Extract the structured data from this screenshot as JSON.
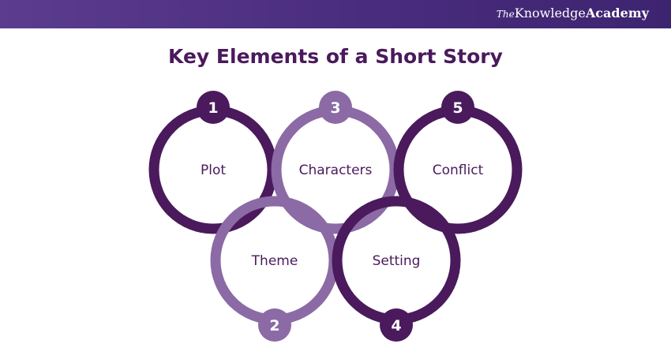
{
  "header": {
    "brand_prefix": "The",
    "brand_middle": "Knowledge",
    "brand_bold": "Academy"
  },
  "title": "Key Elements of a Short Story",
  "colors": {
    "dark": "#4a1a5c",
    "light": "#8b6aa5",
    "header": "#4a2c7e"
  },
  "elements": [
    {
      "number": "1",
      "label": "Plot",
      "shade": "dark"
    },
    {
      "number": "2",
      "label": "Theme",
      "shade": "light"
    },
    {
      "number": "3",
      "label": "Characters",
      "shade": "light"
    },
    {
      "number": "4",
      "label": "Setting",
      "shade": "dark"
    },
    {
      "number": "5",
      "label": "Conflict",
      "shade": "dark"
    }
  ]
}
